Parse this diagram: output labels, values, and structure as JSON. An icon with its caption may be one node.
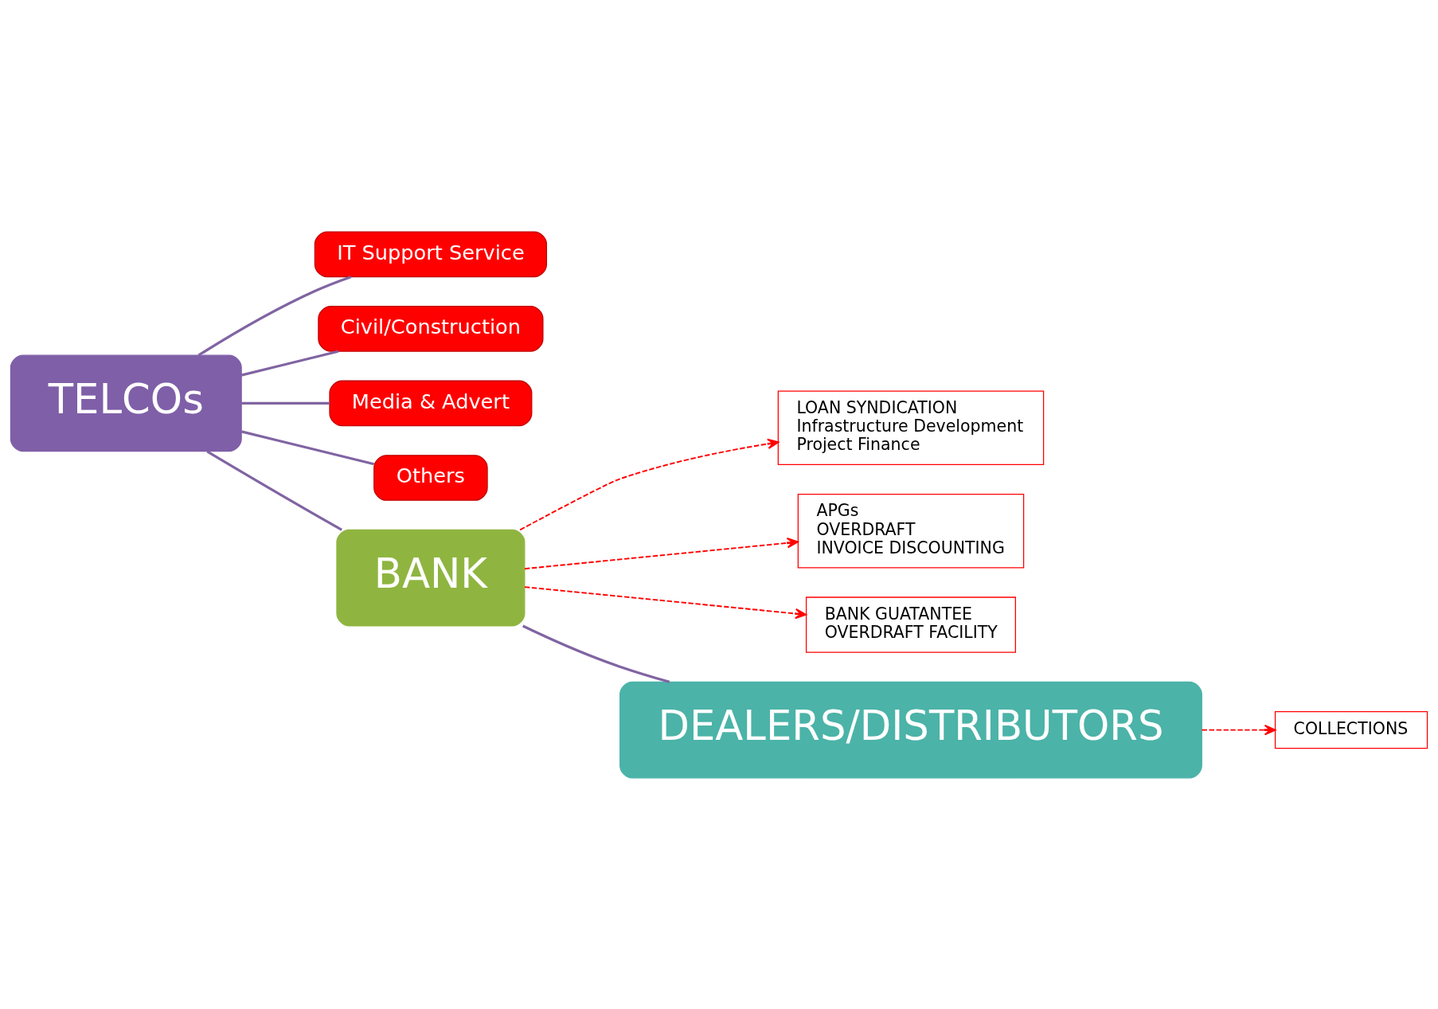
{
  "diagram": {
    "nodes": [
      {
        "text": [
          "IT Support Service"
        ]
      },
      {
        "text": [
          "Civil/Construction"
        ]
      },
      {
        "text": [
          "Media & Advert"
        ]
      },
      {
        "text": [
          "Others"
        ]
      },
      {
        "text": [
          "TELCOs"
        ]
      },
      {
        "text": [
          "LOAN SYNDICATION",
          "Infrastructure Development",
          "Project Finance"
        ]
      },
      {
        "text": [
          "BANK"
        ]
      },
      {
        "text": [
          "APGs",
          "OVERDRAFT",
          "INVOICE DISCOUNTING"
        ]
      },
      {
        "text": [
          "BANK GUATANTEE",
          "OVERDRAFT FACILITY"
        ]
      },
      {
        "text": [
          "COLLECTIONS"
        ]
      },
      {
        "text": [
          "DEALERS/DISTRIBUTORS"
        ]
      }
    ],
    "edges": [
      {
        "from": 4,
        "to": 0,
        "arrow": "none"
      },
      {
        "from": 4,
        "to": 1,
        "arrow": "none"
      },
      {
        "from": 4,
        "to": 2,
        "arrow": "none"
      },
      {
        "from": 4,
        "to": 3,
        "arrow": "none"
      },
      {
        "from": 4,
        "to": 6,
        "arrow": "none"
      },
      {
        "from": 6,
        "to": 5,
        "arrow": "to",
        "style": "dashed",
        "color": "#ff0000"
      },
      {
        "from": 6,
        "to": 7,
        "arrow": "to",
        "style": "dashed",
        "color": "#ff0000"
      },
      {
        "from": 6,
        "to": 8,
        "arrow": "to",
        "style": "dashed",
        "color": "#ff0000"
      },
      {
        "from": 6,
        "to": 10,
        "arrow": "none"
      },
      {
        "from": 10,
        "to": 9,
        "arrow": "to",
        "style": "dashed",
        "color": "#ff0000"
      }
    ]
  }
}
